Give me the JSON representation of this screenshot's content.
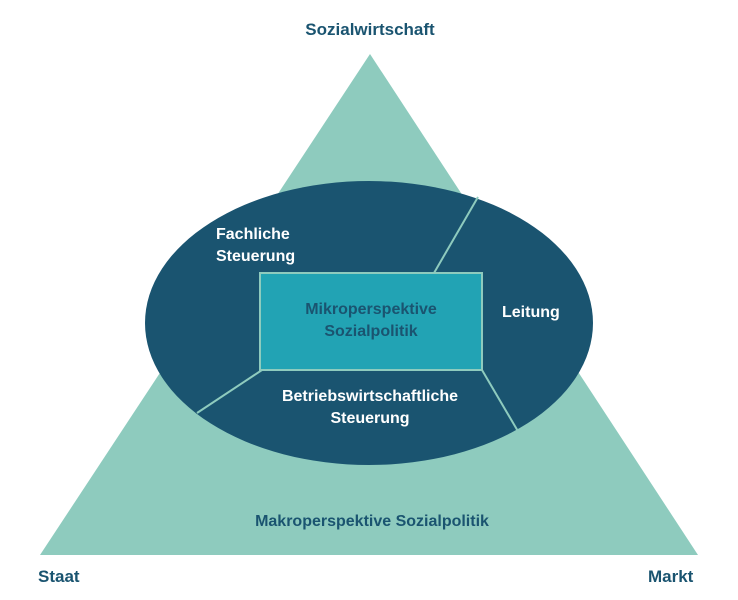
{
  "corners": {
    "top": "Sozialwirtschaft",
    "left": "Staat",
    "right": "Markt"
  },
  "triangle": {
    "label": "Makroperspektive Sozialpolitik",
    "color": "#8ecbbe"
  },
  "ellipse": {
    "color": "#1a5470",
    "segments": {
      "fachliche": [
        "Fachliche",
        "Steuerung"
      ],
      "leitung": "Leitung",
      "betriebswirtschaftlich": [
        "Betriebswirtschaftliche",
        "Steuerung"
      ]
    }
  },
  "center_box": {
    "lines": [
      "Mikroperspektive",
      "Sozialpolitik"
    ],
    "color": "#22a3b4"
  }
}
